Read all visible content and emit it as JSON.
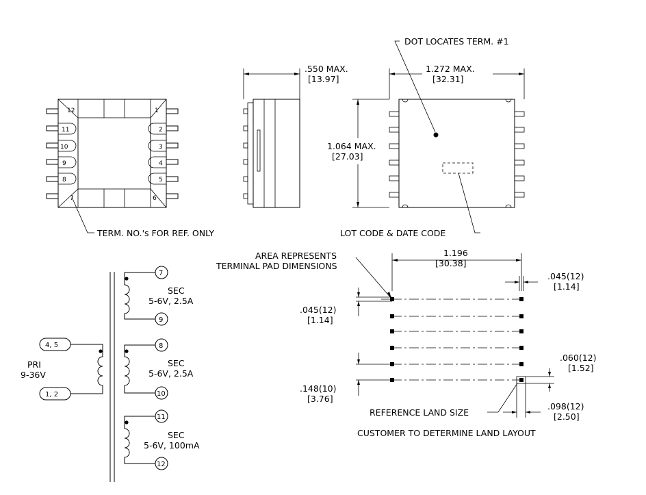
{
  "labels": {
    "dot_note": "DOT LOCATES TERM. #1",
    "width_max": ".550 MAX.",
    "width_max_mm": "[13.97]",
    "length_max": "1.272 MAX.",
    "length_max_mm": "[32.31]",
    "height_max": "1.064 MAX.",
    "height_max_mm": "[27.03]",
    "term_note": "TERM. NO.'s FOR REF. ONLY",
    "lot_code": "LOT CODE & DATE CODE",
    "area_note_1": "AREA REPRESENTS",
    "area_note_2": "TERMINAL PAD DIMENSIONS",
    "pitch": "1.196",
    "pitch_mm": "[30.38]",
    "pad_w": ".045(12)",
    "pad_w_mm": "[1.14]",
    "pad_h": ".045(12)",
    "pad_h_mm": "[1.14]",
    "land_w": ".060(12)",
    "land_w_mm": "[1.52]",
    "spacing": ".148(10)",
    "spacing_mm": "[3.76]",
    "land_len": ".098(12)",
    "land_len_mm": "[2.50]",
    "ref_land": "REFERENCE LAND SIZE",
    "customer_note": "CUSTOMER TO DETERMINE LAND LAYOUT"
  },
  "pins": {
    "left": [
      "12",
      "11",
      "10",
      "9",
      "8",
      "7"
    ],
    "right": [
      "1",
      "2",
      "3",
      "4",
      "5",
      "6"
    ]
  },
  "schematic": {
    "pri_label": "PRI",
    "pri_range": "9-36V",
    "pri_top": "4, 5",
    "pri_bottom": "1, 2",
    "sec1_top": "7",
    "sec1_bottom": "9",
    "sec1_label": "SEC",
    "sec1_rating": "5-6V, 2.5A",
    "sec2_top": "8",
    "sec2_bottom": "10",
    "sec2_label": "SEC",
    "sec2_rating": "5-6V, 2.5A",
    "sec3_top": "11",
    "sec3_bottom": "12",
    "sec3_label": "SEC",
    "sec3_rating": "5-6V, 100mA"
  }
}
